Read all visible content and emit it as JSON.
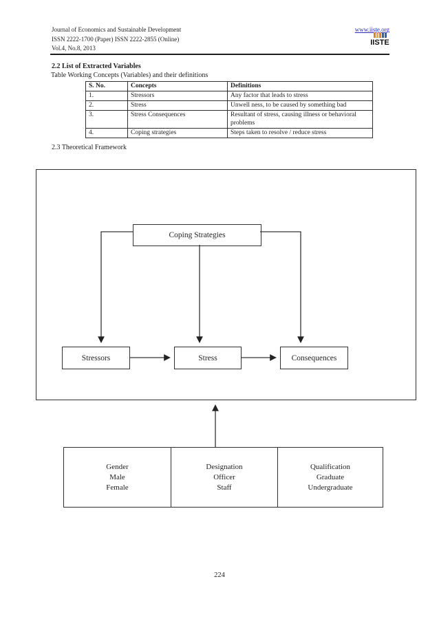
{
  "header": {
    "journal": "Journal of Economics and Sustainable Development",
    "issn": "ISSN 2222-1700 (Paper) ISSN 2222-2855 (Online)",
    "volume": "Vol.4, No.8, 2013",
    "website": "www.iiste.org",
    "logo_text": "IISTE",
    "link_color": "#2b2bb8"
  },
  "section_2_2": {
    "heading": "2.2 List of Extracted Variables",
    "table_caption": "Table Working Concepts (Variables) and their definitions",
    "table": {
      "columns": [
        "S. No.",
        "Concepts",
        "Definitions"
      ],
      "rows": [
        [
          "1.",
          "Stressors",
          "Any factor that leads to stress"
        ],
        [
          "2.",
          "Stress",
          "Unwell ness, to be caused by something bad"
        ],
        [
          "3.",
          "Stress Consequences",
          "Resultant of stress, causing illness or behavioral problems"
        ],
        [
          "4.",
          "Coping strategies",
          "Steps taken to resolve / reduce stress"
        ]
      ]
    }
  },
  "section_2_3": {
    "heading": "2.3 Theoretical Framework"
  },
  "diagram": {
    "coping": "Coping Strategies",
    "stressors": "Stressors",
    "stress": "Stress",
    "consequences": "Consequences",
    "demographics": [
      [
        "Gender",
        "Male",
        "Female"
      ],
      [
        "Designation",
        "Officer",
        "Staff"
      ],
      [
        "Qualification",
        "Graduate",
        "Undergraduate"
      ]
    ]
  },
  "footer": {
    "page_number": "224"
  }
}
